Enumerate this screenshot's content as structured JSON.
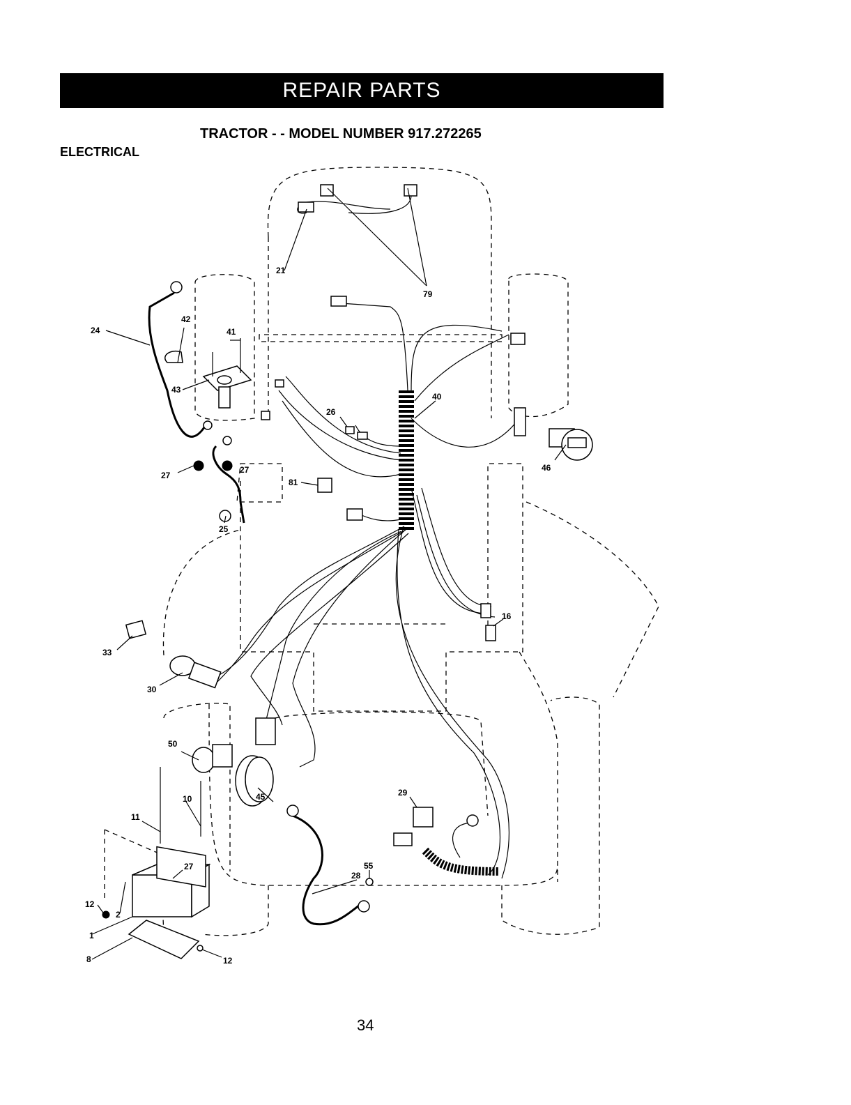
{
  "header": {
    "banner": "REPAIR PARTS",
    "model": "TRACTOR - - MODEL NUMBER 917.272265",
    "section": "ELECTRICAL"
  },
  "diagram": {
    "callouts": [
      {
        "id": "c21",
        "text": "21"
      },
      {
        "id": "c79",
        "text": "79"
      },
      {
        "id": "c24",
        "text": "24"
      },
      {
        "id": "c42",
        "text": "42"
      },
      {
        "id": "c41",
        "text": "41"
      },
      {
        "id": "c43",
        "text": "43"
      },
      {
        "id": "c40",
        "text": "40"
      },
      {
        "id": "c26",
        "text": "26"
      },
      {
        "id": "c46",
        "text": "46"
      },
      {
        "id": "c27a",
        "text": "27"
      },
      {
        "id": "c27b",
        "text": "27"
      },
      {
        "id": "c81",
        "text": "81"
      },
      {
        "id": "c25",
        "text": "25"
      },
      {
        "id": "c16",
        "text": "16"
      },
      {
        "id": "c33",
        "text": "33"
      },
      {
        "id": "c30",
        "text": "30"
      },
      {
        "id": "c50",
        "text": "50"
      },
      {
        "id": "c10",
        "text": "10"
      },
      {
        "id": "c11",
        "text": "11"
      },
      {
        "id": "c45",
        "text": "45"
      },
      {
        "id": "c29",
        "text": "29"
      },
      {
        "id": "c27c",
        "text": "27"
      },
      {
        "id": "c55",
        "text": "55"
      },
      {
        "id": "c28",
        "text": "28"
      },
      {
        "id": "c12a",
        "text": "12"
      },
      {
        "id": "c2",
        "text": "2"
      },
      {
        "id": "c1",
        "text": "1"
      },
      {
        "id": "c8",
        "text": "8"
      },
      {
        "id": "c12b",
        "text": "12"
      }
    ]
  },
  "footer": {
    "page_number": "34"
  }
}
